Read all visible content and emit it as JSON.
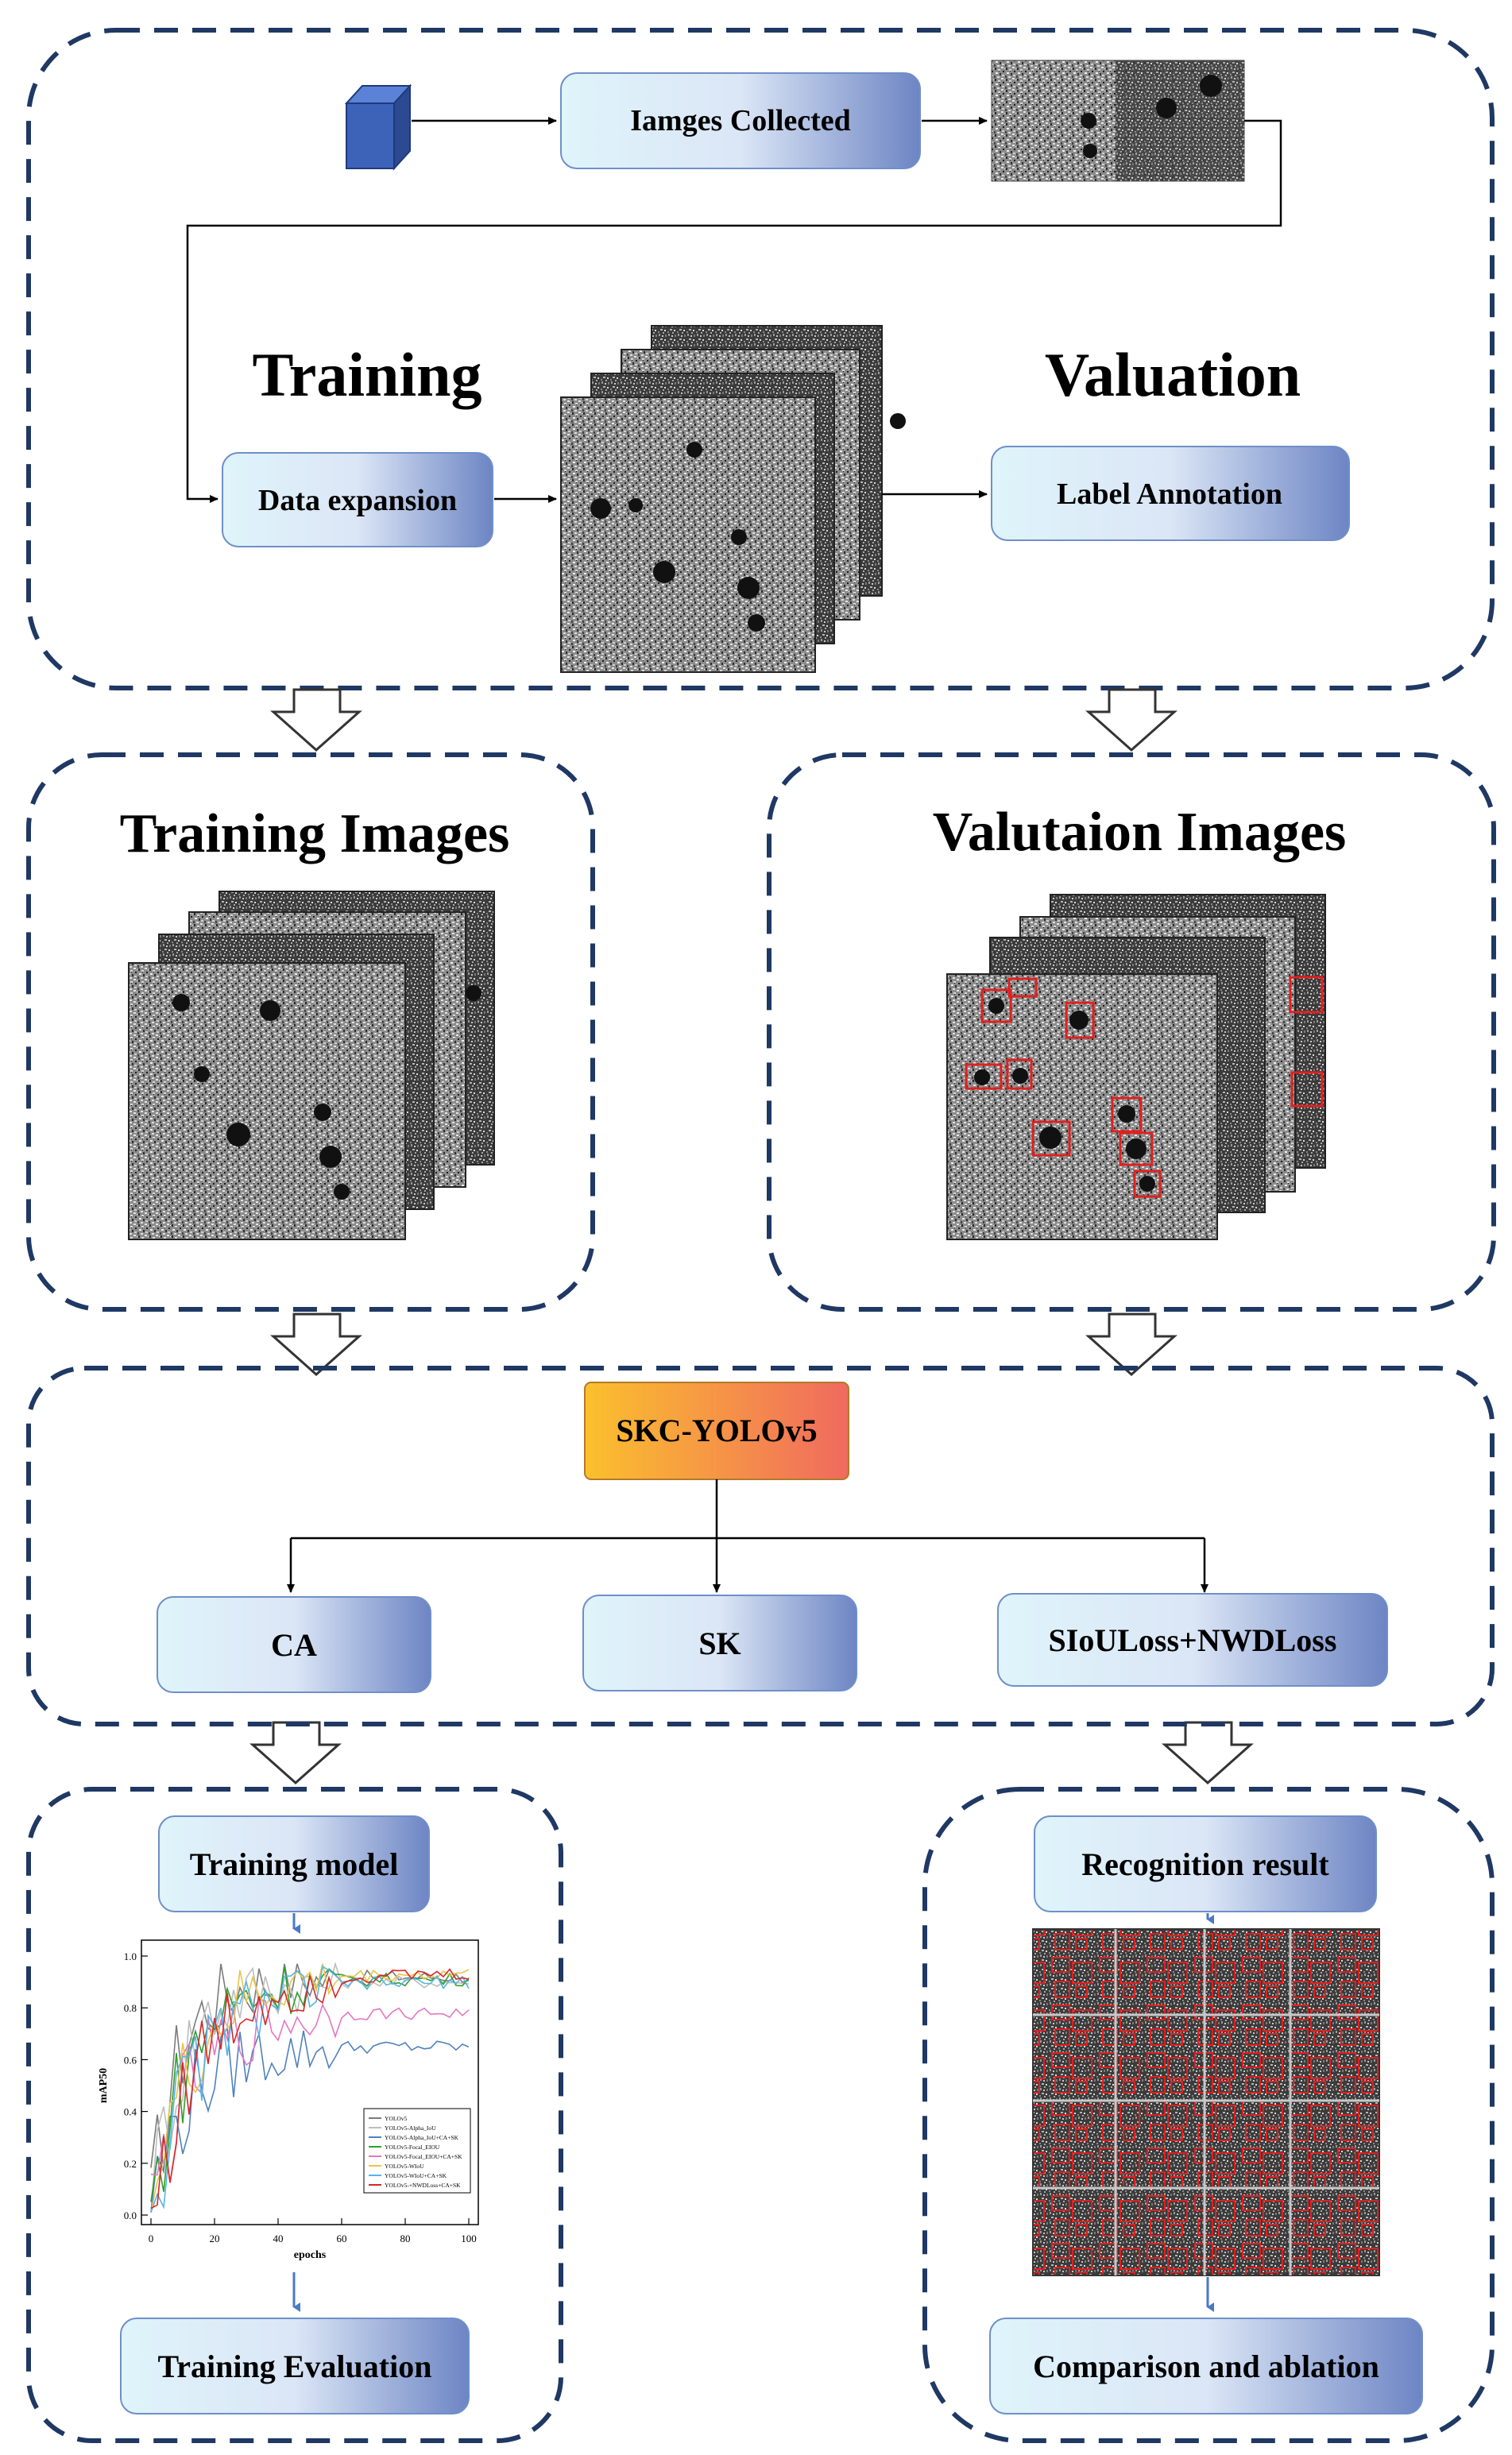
{
  "top_section": {
    "images_collected_label": "Iamges Collected",
    "training_heading": "Training",
    "valuation_heading": "Valuation",
    "data_expansion_label": "Data expansion",
    "label_annotation_label": "Label Annotation"
  },
  "training_images_title": "Training Images",
  "valuation_images_title": "Valutaion Images",
  "model_section": {
    "model_label": "SKC-YOLOv5",
    "modules": [
      "CA",
      "SK",
      "SIoULoss+NWDLoss"
    ]
  },
  "bottom_left": {
    "training_model_label": "Training model",
    "training_evaluation_label": "Training Evaluation"
  },
  "bottom_right": {
    "recognition_result_label": "Recognition result",
    "comparison_label": "Comparison and ablation"
  },
  "colors": {
    "dashed_border": "#1f3864",
    "box_light": "#dff4fb",
    "box_dark": "#6d85c4",
    "model_start": "#fbc02d",
    "model_end": "#f06a5f",
    "cube": "#3d63b8",
    "annotation_red": "#e02020"
  },
  "chart_data": {
    "type": "line",
    "xlabel": "epochs",
    "ylabel": "mAP50",
    "xlim": [
      0,
      100
    ],
    "ylim": [
      0.0,
      1.0
    ],
    "xticks": [
      "0",
      "20",
      "40",
      "60",
      "80",
      "100"
    ],
    "yticks": [
      "0.0",
      "0.2",
      "0.4",
      "0.6",
      "0.8",
      "1.0"
    ],
    "legend_position": "bottom-right",
    "series": [
      {
        "name": "YOLOv5",
        "color": "#7b7b7b",
        "final": 0.92
      },
      {
        "name": "YOLOv5-Alpha_IoU",
        "color": "#bdbdbd",
        "final": 0.9
      },
      {
        "name": "YOLOv5-Alpha_IoU+CA+SK",
        "color": "#4f81bd",
        "final": 0.65
      },
      {
        "name": "YOLOv5-Focal_EIOU",
        "color": "#2ca02c",
        "final": 0.91
      },
      {
        "name": "YOLOv5-Focal_EIOU+CA+SK",
        "color": "#e377c2",
        "final": 0.78
      },
      {
        "name": "YOLOv5-WIoU",
        "color": "#e8c547",
        "final": 0.93
      },
      {
        "name": "YOLOv5-WIoU+CA+SK",
        "color": "#56b4e9",
        "final": 0.9
      },
      {
        "name": "YOLOv5-+NWDLoss+CA+SK",
        "color": "#d62728",
        "final": 0.93
      }
    ]
  }
}
